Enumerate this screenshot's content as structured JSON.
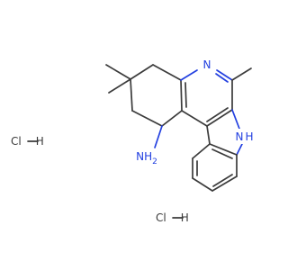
{
  "molecule": {
    "atoms": {
      "ring_nitrogen": "N",
      "indole_nitrogen": "N",
      "indole_hydrogen": "H",
      "amine_group": "NH",
      "amine_subscript": "2"
    },
    "salts": [
      {
        "label": "HCl"
      },
      {
        "label": "HCl"
      }
    ],
    "colors": {
      "bond": "#3b3b3b",
      "nitrogen": "#2340e0"
    }
  }
}
